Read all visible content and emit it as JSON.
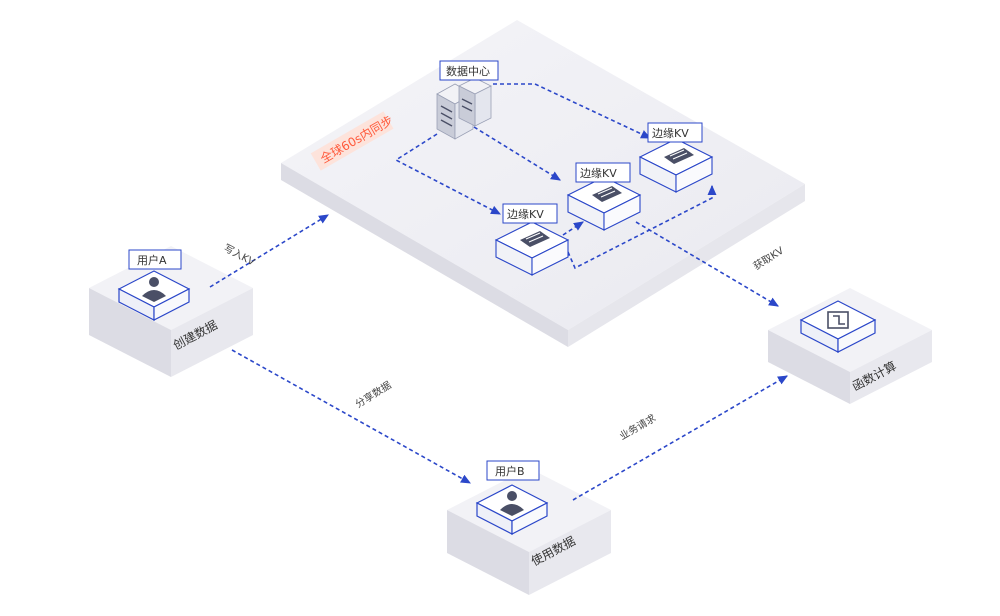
{
  "platform": {
    "sync_label": "全球60s内同步"
  },
  "datacenter": {
    "label": "数据中心"
  },
  "edge_nodes": [
    {
      "label": "边缘KV"
    },
    {
      "label": "边缘KV"
    },
    {
      "label": "边缘KV"
    }
  ],
  "user_a": {
    "label": "用户A",
    "action": "创建数据"
  },
  "user_b": {
    "label": "用户B",
    "action": "使用数据"
  },
  "function_node": {
    "action": "函数计算"
  },
  "flows": {
    "write": "写入KV",
    "share": "分享数据",
    "read": "获取KV",
    "request": "业务请求"
  },
  "colors": {
    "accent": "#2b47c9",
    "sync_bg": "#fde3db",
    "sync_text": "#ff5a3c",
    "platform_top": "#f0f0f4",
    "platform_side": "#e1e1e8"
  }
}
